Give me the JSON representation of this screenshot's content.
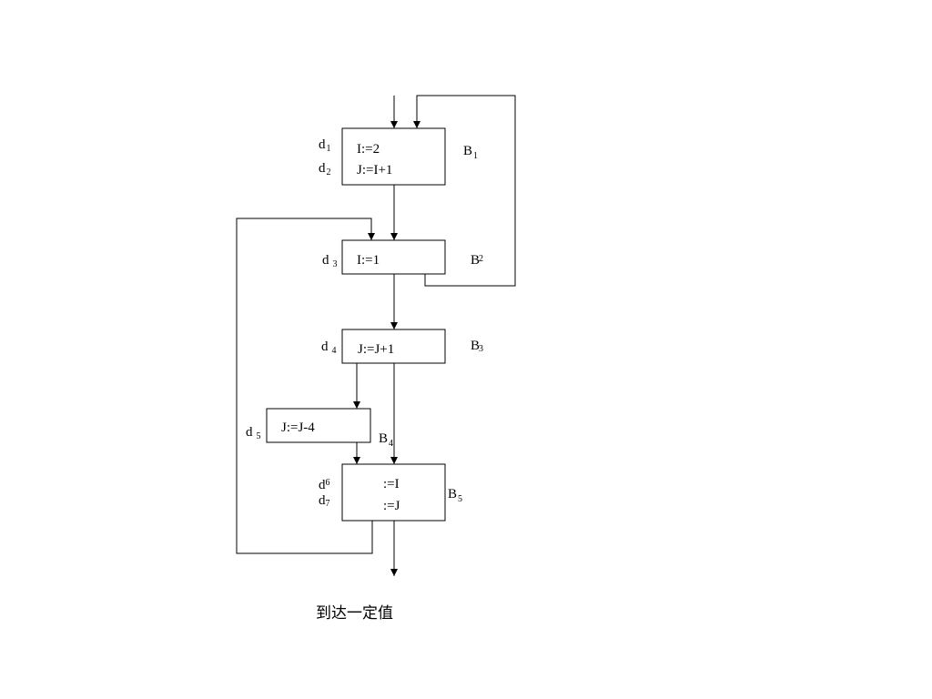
{
  "caption": "到达一定值",
  "blocks": [
    {
      "name": "B",
      "sub": "1",
      "stmts": [
        "I:=2",
        "J:=I+1"
      ],
      "defs": [
        {
          "d": "d",
          "sub": "1"
        },
        {
          "d": "d",
          "sub": "2"
        }
      ]
    },
    {
      "name": "B",
      "sub": "2",
      "stmts": [
        "I:=1"
      ],
      "defs": [
        {
          "d": "d",
          "sub": "3"
        }
      ]
    },
    {
      "name": "B",
      "sub": "3",
      "stmts": [
        "J:=J+1"
      ],
      "defs": [
        {
          "d": "d",
          "sub": "4"
        }
      ]
    },
    {
      "name": "B",
      "sub": "4",
      "stmts": [
        "J:=J-4"
      ],
      "defs": [
        {
          "d": "d",
          "sub": "5"
        }
      ]
    },
    {
      "name": "B",
      "sub": "5",
      "stmts": [
        ":=I",
        ":=J"
      ],
      "defs": [
        {
          "d": "d",
          "sub": "6"
        },
        {
          "d": "d",
          "sub": "7"
        }
      ]
    }
  ]
}
